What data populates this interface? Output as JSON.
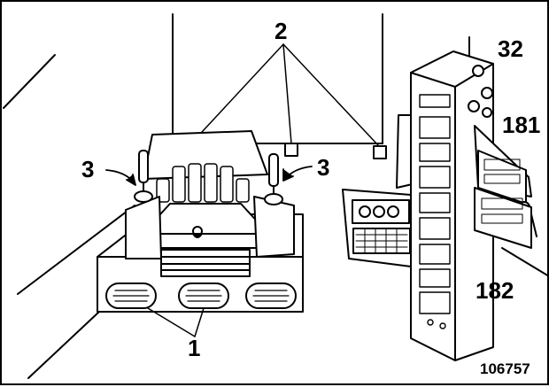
{
  "figure_id": "106757",
  "callouts": {
    "label_2": "2",
    "label_3_left": "3",
    "label_3_right": "3",
    "label_1": "1",
    "label_32": "32",
    "label_181": "181",
    "label_182": "182"
  },
  "colors": {
    "ink": "#000000",
    "paper": "#ffffff",
    "shade": "#d9d9d9"
  }
}
